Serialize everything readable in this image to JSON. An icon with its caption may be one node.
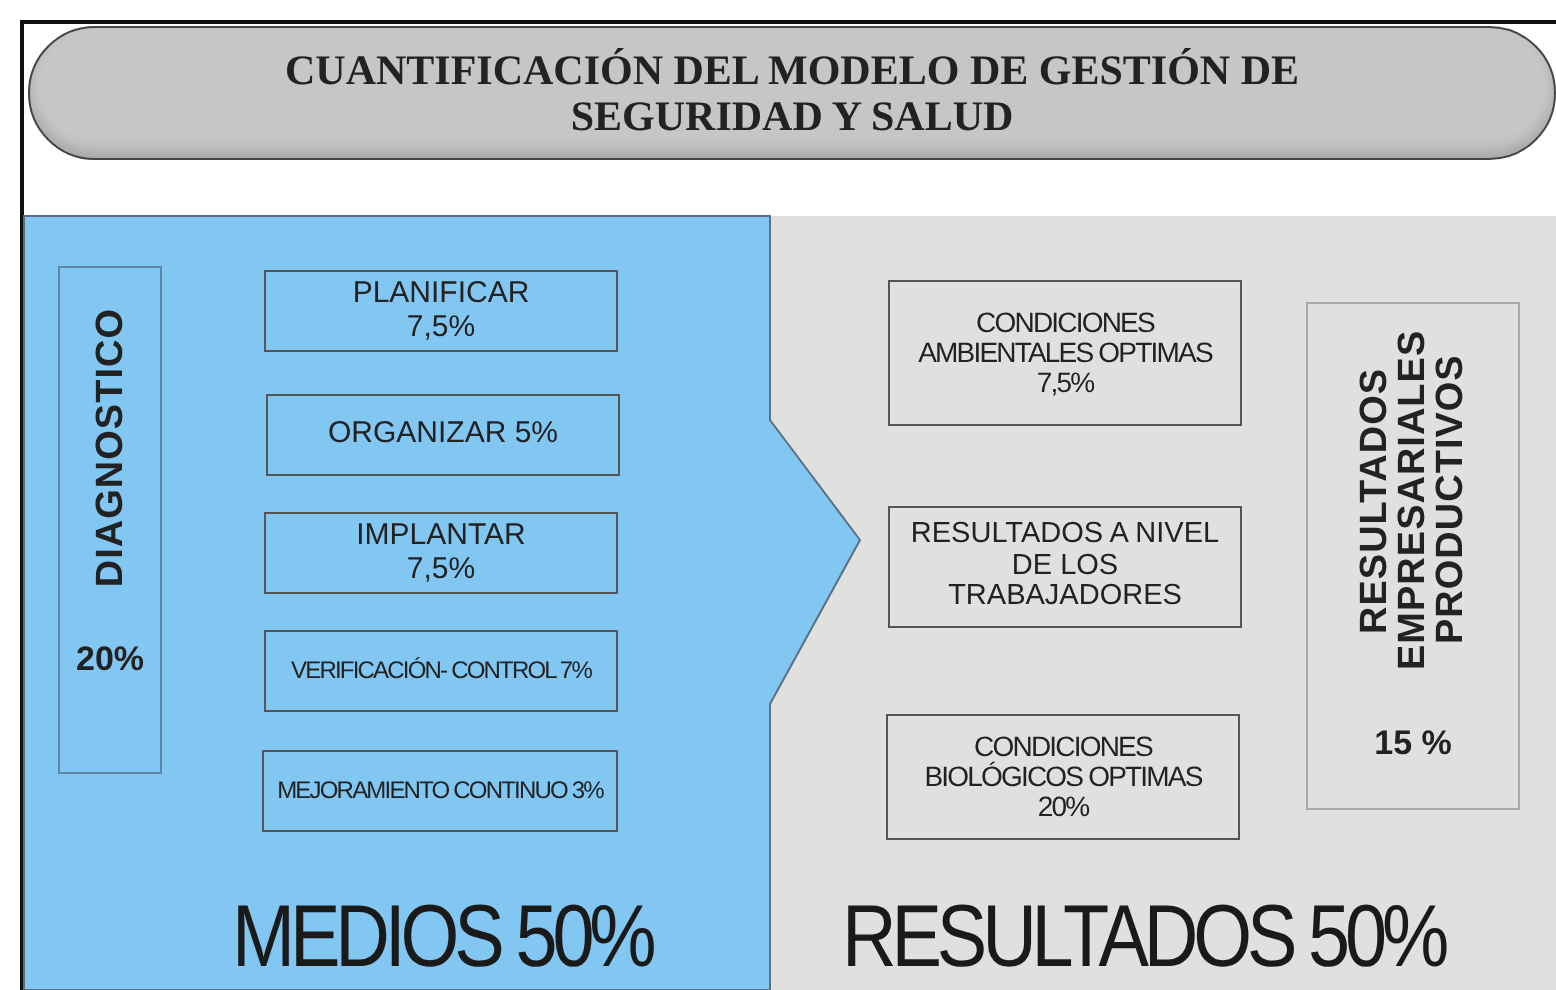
{
  "diagram": {
    "nodes": [
      {
        "text": [
          "CUANTIFICACIÓN DEL MODELO DE GESTIÓN DE SEGURIDAD Y SALUD"
        ]
      },
      {
        "text": [
          "MEDIOS 50%"
        ]
      },
      {
        "text": [
          "DIAGNOSTICO",
          "20%"
        ],
        "in": 1
      },
      {
        "text": [
          "PLANIFICAR 7,5%"
        ],
        "in": 1
      },
      {
        "text": [
          "ORGANIZAR 5%"
        ],
        "in": 1
      },
      {
        "text": [
          "IMPLANTAR 7,5%"
        ],
        "in": 1
      },
      {
        "text": [
          "VERIFICACIÓN- CONTROL 7%"
        ],
        "in": 1
      },
      {
        "text": [
          "MEJORAMIENTO CONTINUO 3%"
        ],
        "in": 1
      },
      {
        "text": [
          "RESULTADOS 50%"
        ]
      },
      {
        "text": [
          "CONDICIONES AMBIENTALES OPTIMAS 7,5%"
        ],
        "in": 8
      },
      {
        "text": [
          "RESULTADOS A NIVEL DE LOS TRABAJADORES"
        ],
        "in": 8
      },
      {
        "text": [
          "CONDICIONES BIOLÓGICOS OPTIMAS 20%"
        ],
        "in": 8
      },
      {
        "text": [
          "RESULTADOS EMPRESARIALES PRODUCTIVOS",
          "15 %"
        ],
        "in": 8
      }
    ]
  }
}
